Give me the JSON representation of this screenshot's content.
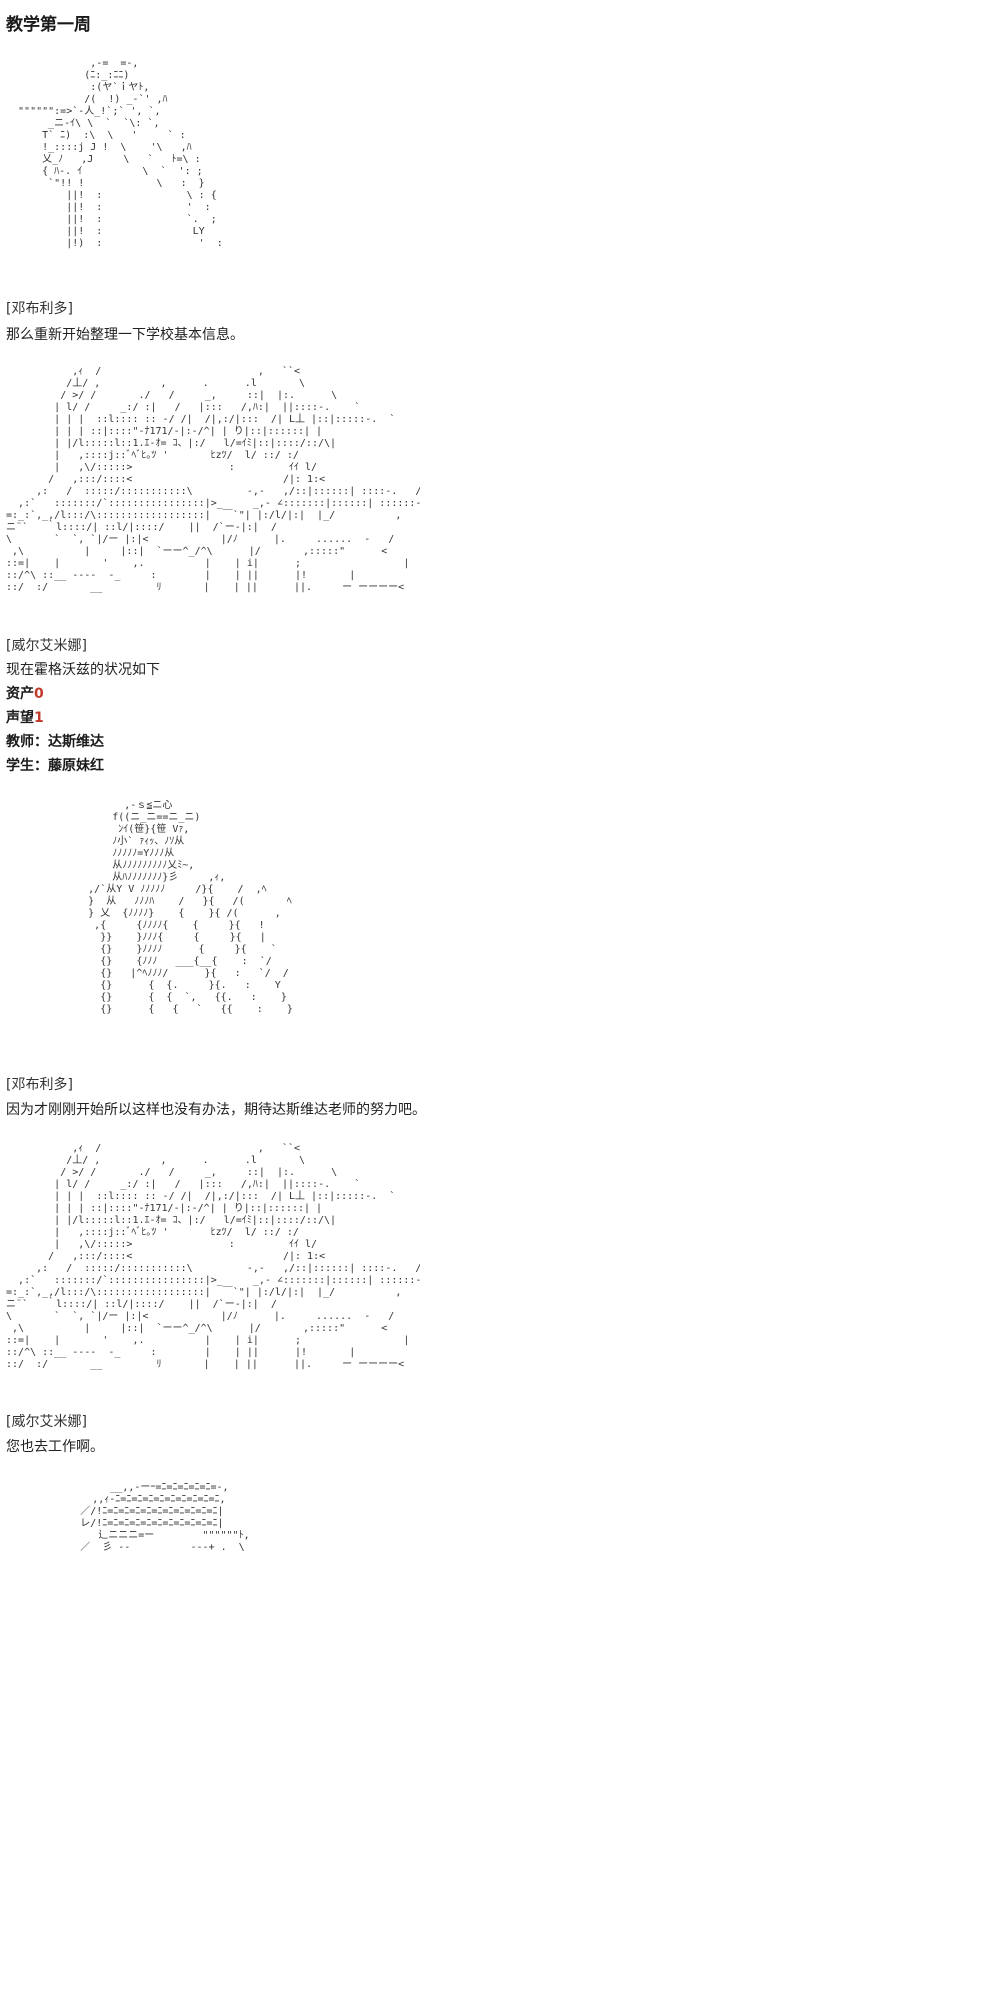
{
  "title": "教学第一周",
  "scenes": [
    {
      "art": "              ,-=  =-,\n             (ﾆ:_:ﾆﾆ)\n              :(ヤ`ｉヤﾄ,\n             /(  !) _-`' ,ﾊ\n  \"\"\"\"\"\":=>`-人_!`;` ', `,\n       _ニ-ｲ\\ \\  `  `\\: `,\n      T` ﾆ)  :\\  \\   '     ` :\n      !_::::j J !  \\    '\\   ,ﾊ\n      乂_ﾉ   ,J     \\   `   ﾄ=\\ :\n      { ﾊ-. ｲ          \\  `  ': ;\n       `\"!! !            \\   :  }\n          ||!  :              \\ : {\n          ||!  :              '  :\n          ||!  :              `.  ;\n          ||!  :               LY\n          |!)  :                '  :",
      "speaker": "[邓布利多]",
      "lines": [
        "那么重新开始整理一下学校基本信息。"
      ]
    },
    {
      "art": "            ,ｨ  /                          ,   ``<\n           /丄/ ,          ,      .      .l       \\\n          / >/ /       ./   /     _,     ::|  |:.      \\\n         | l/ /     _:/ :|   /   |:::   /,ﾊ:|  ||::::-.    `\n         | | |  ::l:::: :: -/ /|  /|,:/|:::  /| L丄 |::|:::::-.  `\n         | | | ::|::::\"-ﾅ171/-|:-/^| | り|::|::::::| |\n         | |/l:::::l::1.ｴ-ｵ= ｺ、|:/   l/=ｲﾐ|::|::::/::/\\|\n         |   ,::::j::ﾞﾍﾞﾋ｡ﾂ '       ﾋzﾂ/  l/ ::/ :/\n         |   ,\\/:::::>                :         ｲｲ l/\n        /   ,:::/::::<                         /|: 1:<\n      ,:   /  :::::/:::::::::::\\         -,-   ,/::|::::::| ::::-.   /^\\\n   ,:`   :::::::/`::::::::::::::::|>_     _,- ∠:::::::|::::::| ::::::-/    L_\n =:_:`,_,/l:::/\\::::::::::::::::::|  ￣`\"| |:/l/|:|  |_/          ,\n ニ¨`   ｀l::::/| ::l/|::::/    ||  /`ー-|:|  /\n \\       `  `, `|/ー |:|<            |/ﾉ      |.     ......  -   /\n  ,\\          |     |::|  `ーー^_/^\\      |/       ,:::::\"      <\n ::=|    |       '    ,.          |    | i|      ;                 |\n ::/^\\ ::__ ----  -_     :        |    | ||      |!       |\n ::/  :/       __         ﾘ       |    | ||      ||.     ー ーーーー<",
      "speaker": "[威尔艾米娜]",
      "lines": [
        "现在霍格沃兹的状况如下"
      ]
    },
    {
      "art": "              ,-ｓ≦ニ心\n            f((ニ_ニ==ニ_ニ)\n             ﾝｲ(笹}{笹 Vｧ,\n            ﾉ小` ｧｨｯ、ﾉｿ从\n            ﾉﾉﾉﾉﾉ=Yﾉﾉﾉ从\n            从ﾉﾉﾉﾉﾉﾉﾉﾉﾉ乂ﾐ~,\n            从ﾊﾉﾉﾉﾉﾉﾉﾉ}彡     ,ｨ,\n        ,/`从Y V ﾉﾉﾉﾉﾉ     /}{    /  ,ﾍ\n        }  从   ﾉﾉﾉﾊ    /   }{   /(       ﾍ\n        } 乂  {ﾉﾉﾉﾉ}    {    }{ /(      ,\n         ,{     {ﾉﾉﾉﾉ{    {     }{   !      `\n          }}    }ﾉﾉﾉ{     {     }{   |\n          {}    }ﾉﾉﾉﾉ      {     }{    `    /\n          {}    {ﾉﾉﾉ   ___{__{    :  `/\n          {}   |^ﾍﾉﾉﾉ/      }{   :   `/  /\n          {}      {  {.     }{.   :    Y\n          {}      {  {  `,   {{.   :    }\n          {}      {   {   `   {{    :    }",
      "speaker": "[邓布利多]",
      "lines": [
        "因为才刚刚开始所以这样也没有办法，期待达斯维达老师的努力吧。"
      ]
    },
    {
      "art": "            ,ｨ  /                          ,   ``<\n           /丄/ ,          ,      .      .l       \\\n          / >/ /       ./   /     _,     ::|  |:.      \\\n         | l/ /     _:/ :|   /   |:::   /,ﾊ:|  ||::::-.    `\n         | | |  ::l:::: :: -/ /|  /|,:/|:::  /| L丄 |::|:::::-.  `\n         | | | ::|::::\"-ﾅ171/-|:-/^| | り|::|::::::| |\n         | |/l:::::l::1.ｴ-ｵ= ｺ、|:/   l/=ｲﾐ|::|::::/::/\\|\n         |   ,::::j::ﾞﾍﾞﾋ｡ﾂ '       ﾋzﾂ/  l/ ::/ :/\n         |   ,\\/:::::>                :         ｲｲ l/\n        /   ,:::/::::<                         /|: 1:<\n      ,:   /  :::::/:::::::::::\\         -,-   ,/::|::::::| ::::-.   /^\\\n   ,:`   :::::::/`::::::::::::::::|>_     _,- ∠:::::::|::::::| ::::::-/    L_\n =:_:`,_,/l:::/\\::::::::::::::::::|  ￣`\"| |:/l/|:|  |_/          ,\n ニ¨`   ｀l::::/| ::l/|::::/    ||  /`ー-|:|  /\n \\       `  `, `|/ー |:|<            |/ﾉ      |.     ......  -   /\n  ,\\          |     |::|  `ーー^_/^\\      |/       ,:::::\"      <\n ::=|    |       '    ,.          |    | i|      ;                 |\n ::/^\\ ::__ ----  -_     :        |    | ||      |!       |\n ::/  :/       __         ﾘ       |    | ||      ||.     ー ーーーー<",
      "speaker": "[威尔艾米娜]",
      "lines": [
        "您也去工作啊。"
      ]
    },
    {
      "art": "               __,,-ーｰ=ﾆ=ﾆ=ﾆ=ﾆ=ﾆ=-,\n            ,,ｨ-ﾆ=ﾆ=ﾆ=ﾆ=ﾆ=ﾆ=ﾆ=ﾆ=ﾆ=ﾆ,\n          ／/!ﾆ=ﾆ=ﾆ=ﾆ=ﾆ=ﾆ=ﾆ=ﾆ=ﾆ=ﾆ=ﾆ|\n          レ/!ﾆ=ﾆ=ﾆ=ﾆ=ﾆ=ﾆ=ﾆ=ﾆ=ﾆ=ﾆ=ﾆ|\n             辶ニニニ=ー        \"\"\"\"\"\"ﾄ,\n          ／  彡 --          ---+ .  \\"
    }
  ],
  "stats": {
    "assets_label": "资产",
    "assets_value": "0",
    "prestige_label": "声望",
    "prestige_value": "1",
    "teacher": "教师：达斯维达",
    "student": "学生：藤原妹红"
  }
}
